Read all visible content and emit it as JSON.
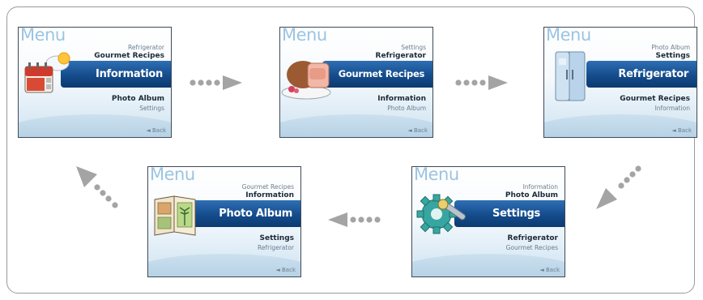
{
  "screens": [
    {
      "menu_title": "Menu",
      "item_1": "Refrigerator",
      "item_2": "Gourmet Recipes",
      "selected": "Information",
      "item_4": "Photo Album",
      "item_5": "Settings",
      "back_label": "◄ Back",
      "icon": "calendar-icon"
    },
    {
      "menu_title": "Menu",
      "item_1": "Settings",
      "item_2": "Refrigerator",
      "selected": "Gourmet Recipes",
      "item_4": "Information",
      "item_5": "Photo Album",
      "back_label": "◄ Back",
      "icon": "ham-icon"
    },
    {
      "menu_title": "Menu",
      "item_1": "Photo Album",
      "item_2": "Settings",
      "selected": "Refrigerator",
      "item_4": "Gourmet Recipes",
      "item_5": "Information",
      "back_label": "◄ Back",
      "icon": "refrigerator-icon"
    },
    {
      "menu_title": "Menu",
      "item_1": "Information",
      "item_2": "Photo Album",
      "selected": "Settings",
      "item_4": "Refrigerator",
      "item_5": "Gourmet Recipes",
      "back_label": "◄ Back",
      "icon": "gear-wrench-icon"
    },
    {
      "menu_title": "Menu",
      "item_1": "Gourmet Recipes",
      "item_2": "Information",
      "selected": "Photo Album",
      "item_4": "Settings",
      "item_5": "Refrigerator",
      "back_label": "◄ Back",
      "icon": "photo-album-icon"
    }
  ],
  "colors": {
    "band": "#154c8c",
    "menu_title": "#9bc4e2",
    "arrow": "#a4a4a4",
    "frame_border": "#9a9a9a"
  }
}
